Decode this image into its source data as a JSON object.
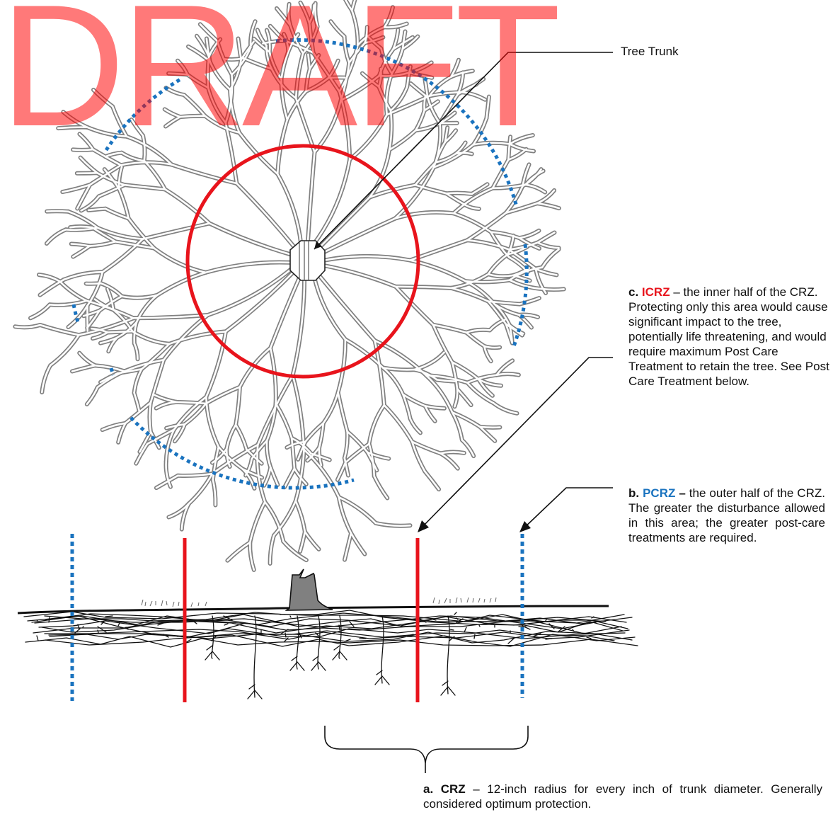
{
  "watermark": "DRAFT",
  "labels": {
    "trunk": "Tree Trunk"
  },
  "callouts": {
    "icrz": {
      "letter": "c.",
      "term": "ICRZ",
      "text": " – the inner half of the CRZ. Protecting only this area would cause significant impact to the tree, potentially life threatening, and would require maximum Post Care Treatment to retain the tree.  See Post Care Treatment below."
    },
    "pcrz": {
      "letter": "b.",
      "term": "PCRZ",
      "dash": " –",
      "text": " the outer half of the CRZ. The greater the disturbance allowed in this area; the greater post-care treatments are required."
    },
    "crz": {
      "letter": "a.",
      "term": "CRZ",
      "text": " – 12-inch radius for every inch of trunk diameter. Generally considered optimum protection."
    }
  },
  "colors": {
    "icrz": "#e8141c",
    "pcrz": "#1a73bf",
    "watermark": "#ff0000",
    "branch": "#808080",
    "trunk_fill": "#808080",
    "ink": "#111111"
  }
}
